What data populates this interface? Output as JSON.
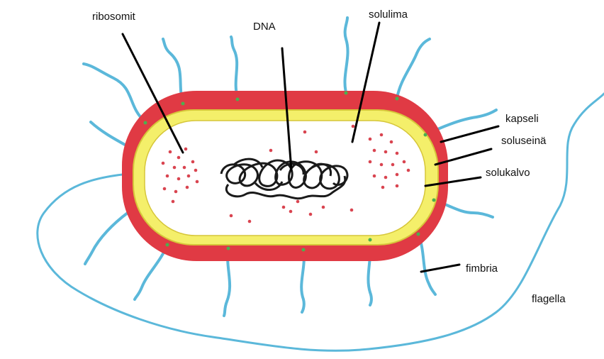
{
  "labels": {
    "ribosomes": "ribosomit",
    "dna": "DNA",
    "cytoplasm": "solulima",
    "capsule": "kapseli",
    "cell_wall": "soluseinä",
    "cell_membrane": "solukalvo",
    "fimbria": "fimbria",
    "flagella": "flagella"
  },
  "colors": {
    "capsule": "#e03a44",
    "cell_wall": "#f4ef6a",
    "membrane_edge": "#d6c63a",
    "appendage": "#5bb8da",
    "dna": "#1a1a1a",
    "ribosome": "#d94450",
    "leader": "#000000"
  }
}
